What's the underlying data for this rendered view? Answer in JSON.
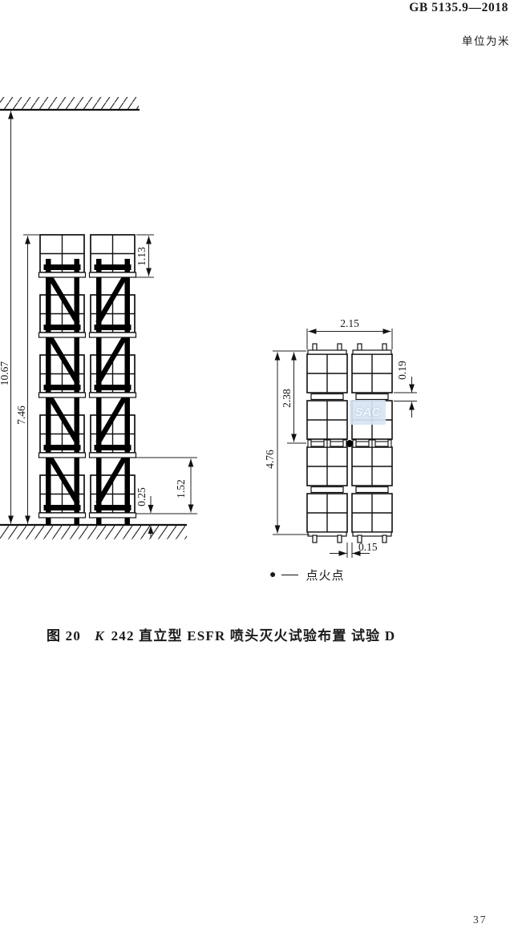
{
  "page": {
    "standard_number": "GB 5135.9—2018",
    "unit_note": "单位为米",
    "page_number": "37"
  },
  "figure": {
    "caption": {
      "label": "图 20",
      "sprinkler_k": "K",
      "title_rest": "242 直立型 ESFR 喷头灭火试验布置 试验 D"
    },
    "legend": {
      "symbol": "●",
      "label": "点火点"
    },
    "watermark": "SAC",
    "elevation_dims": {
      "ceiling_to_floor": "10.67",
      "rack_top_to_floor": "7.46",
      "top_tier_height": "1.13",
      "tier_height": "1.52",
      "bottom_clearance": "0.25"
    },
    "plan_dims": {
      "rack_width": "2.15",
      "half_length": "2.38",
      "rack_length": "4.76",
      "transverse_flue": "0.19",
      "longitudinal_flue": "0.15"
    }
  }
}
